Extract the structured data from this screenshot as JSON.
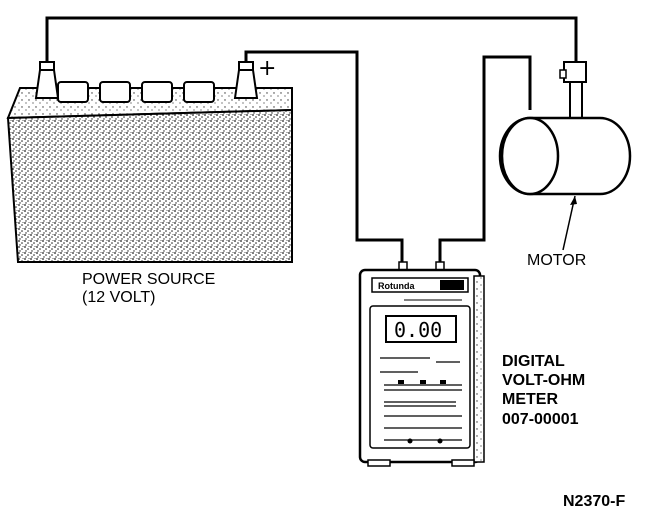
{
  "colors": {
    "ink": "#000000",
    "paper": "#ffffff",
    "stipple": "#3a3a3a"
  },
  "battery": {
    "label_line1": "POWER SOURCE",
    "label_line2": "(12 VOLT)",
    "positive_terminal": "+"
  },
  "motor": {
    "label": "MOTOR"
  },
  "meter": {
    "brand": "Rotunda",
    "display_value": "0.00",
    "label_line1": "DIGITAL",
    "label_line2": "VOLT-OHM",
    "label_line3": "METER",
    "label_line4": "007-00001"
  },
  "figure_id": "N2370-F"
}
